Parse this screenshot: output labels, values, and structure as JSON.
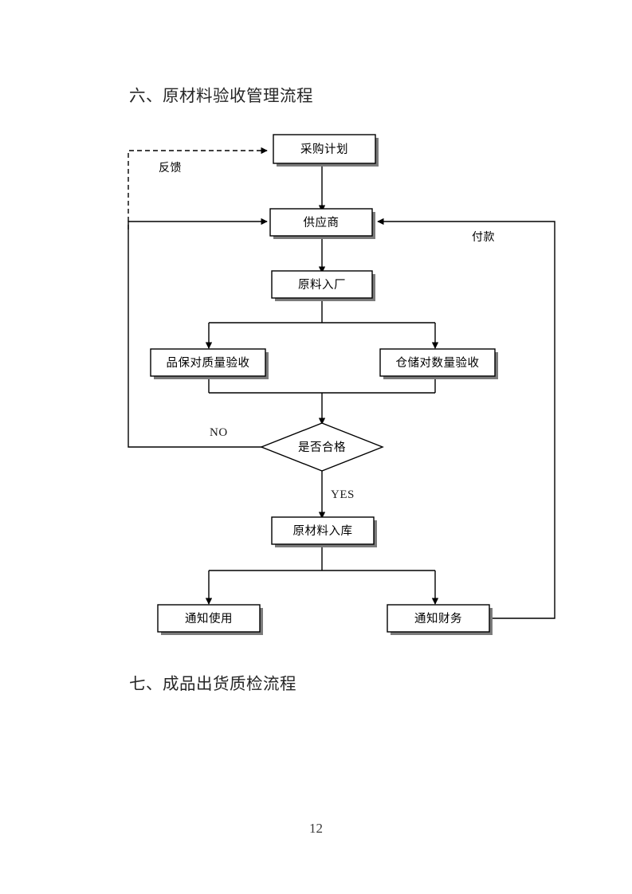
{
  "document": {
    "page_number": "12",
    "headings": {
      "six": "六、原材料验收管理流程",
      "seven": "七、成品出货质检流程"
    }
  },
  "flowchart": {
    "title": "原材料验收管理流程",
    "nodes": {
      "purchase_plan": "采购计划",
      "supplier": "供应商",
      "material_arrival": "原料入厂",
      "qa_quality": "品保对质量验收",
      "warehouse_quantity": "仓储对数量验收",
      "decision_qualified": "是否合格",
      "material_instock": "原材料入库",
      "notify_use": "通知使用",
      "notify_finance": "通知财务"
    },
    "edge_labels": {
      "feedback": "反馈",
      "payment": "付款",
      "no": "NO",
      "yes": "YES"
    },
    "colors": {
      "line": "#000000",
      "shadow": "#7b7b7b",
      "node_fill": "#ffffff",
      "text": "#000000"
    }
  }
}
